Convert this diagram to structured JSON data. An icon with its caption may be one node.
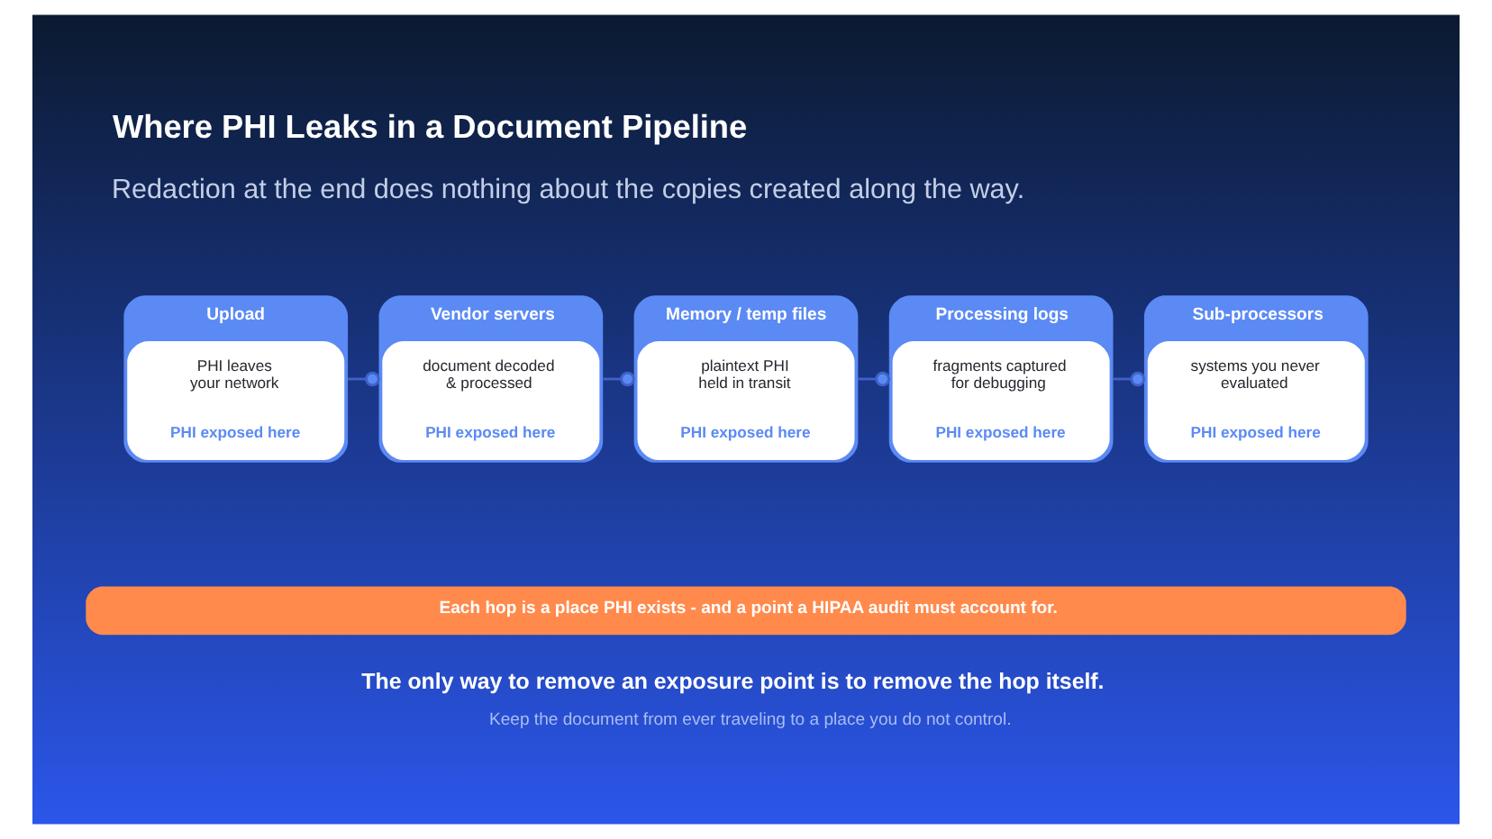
{
  "diagram": {
    "title": "Where PHI Leaks in a Document Pipeline",
    "nodes": [
      {
        "text": [
          "Upload",
          "PHI leaves your network",
          "PHI exposed here"
        ]
      },
      {
        "text": [
          "Vendor servers",
          "document decoded & processed",
          "PHI exposed here"
        ]
      },
      {
        "text": [
          "Memory / temp files",
          "plaintext PHI held in transit",
          "PHI exposed here"
        ]
      },
      {
        "text": [
          "Processing logs",
          "fragments captured for debugging",
          "PHI exposed here"
        ]
      },
      {
        "text": [
          "Sub-processors",
          "systems you never evaluated",
          "PHI exposed here"
        ]
      },
      {
        "text": [
          "Each hop is a place PHI exists - and a point a HIPAA audit must account for."
        ]
      }
    ],
    "edges": [
      {
        "from": 0,
        "to": 1,
        "arrow": "other"
      },
      {
        "from": 1,
        "to": 2,
        "arrow": "other"
      },
      {
        "from": 2,
        "to": 3,
        "arrow": "other"
      },
      {
        "from": 3,
        "to": 4,
        "arrow": "other"
      }
    ],
    "labels": [
      "Redaction at the end does nothing about the copies created along the way.",
      "The only way to remove an exposure point is to remove the hop itself.",
      "Keep the document from ever traveling to a place you do not control."
    ]
  }
}
